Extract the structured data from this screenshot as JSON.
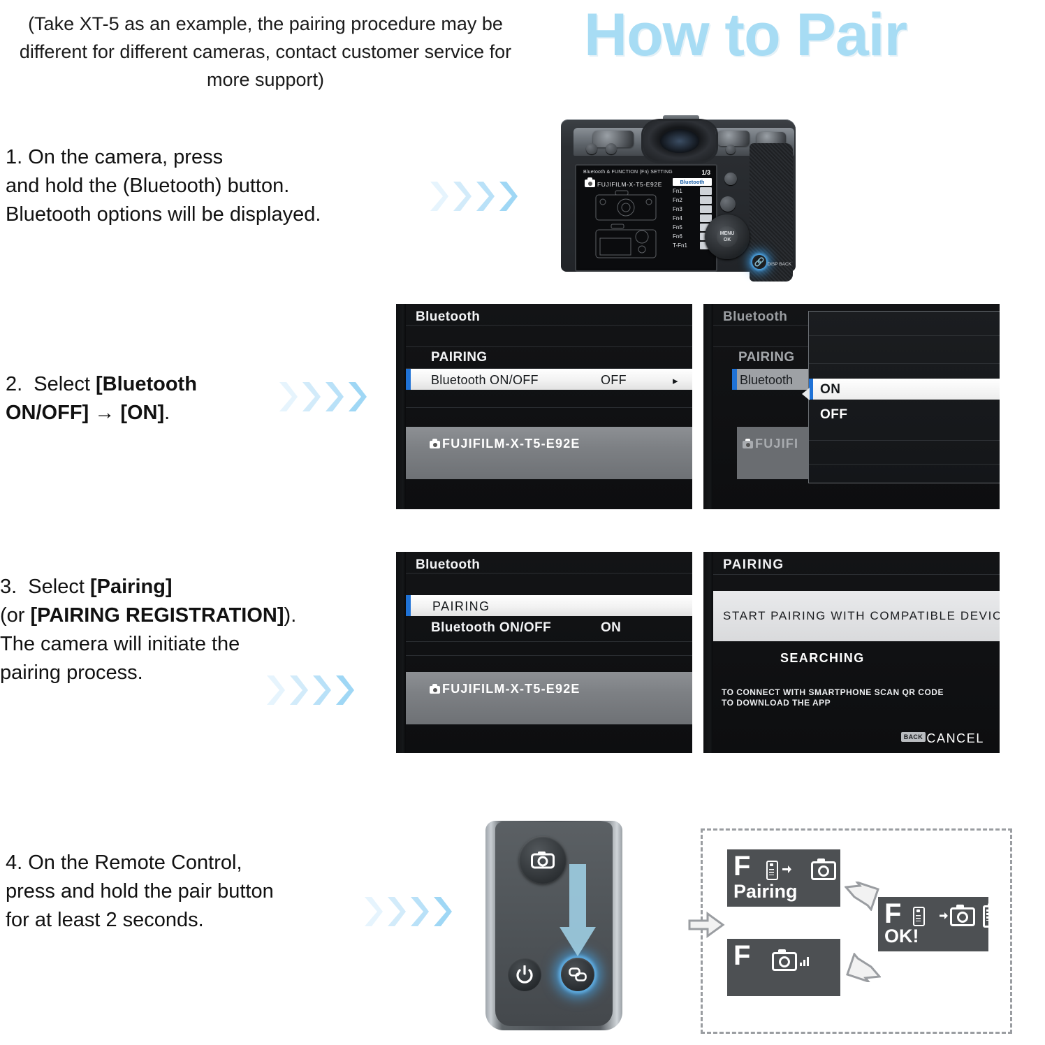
{
  "header": {
    "title": "How to Pair",
    "title_color": "#a7dcf4",
    "note": "(Take XT-5 as an example, the pairing procedure may be different for different cameras, contact customer service for more support)"
  },
  "steps": [
    {
      "number": "1.",
      "text_lines": [
        "1. On the camera, press",
        "and hold the  (Bluetooth) button.",
        "Bluetooth options will be displayed."
      ]
    },
    {
      "number": "2.",
      "text_html": "2.  Select <b>[Bluetooth ON/OFF]</b> &#8594; <b>[ON]</b>."
    },
    {
      "number": "3.",
      "text_html": "3.  Select <b>[Pairing]</b> (or <b>[PAIRING REGISTRATION]</b>). The camera will initiate the pairing process."
    },
    {
      "number": "4.",
      "text_lines": [
        "4. On the Remote Control,",
        "press and hold the pair button",
        "for at least 2 seconds."
      ]
    }
  ],
  "camera_lcd": {
    "menu_header": "Bluetooth & FUNCTION (Fn) SETTING",
    "page_indicator": "1/3",
    "device_name": "FUJIFILM-X-T5-E92E",
    "bluetooth_chip": "Bluetooth",
    "fn_items": [
      "Fn1",
      "Fn2",
      "Fn3",
      "Fn4",
      "Fn5",
      "Fn6",
      "T-Fn1"
    ],
    "display_back_label": "DISP BACK"
  },
  "shot_2a": {
    "title": "Bluetooth",
    "row_pairing": "PAIRING",
    "row_bt_label": "Bluetooth ON/OFF",
    "row_bt_value": "OFF",
    "row_bt_arrow": "▸",
    "device_name": "FUJIFILM-X-T5-E92E"
  },
  "shot_2b": {
    "title": "Bluetooth",
    "row_pairing": "PAIRING",
    "row_bt_label": "Bluetooth",
    "device_name": "FUJIFI",
    "submenu_options": [
      "ON",
      "OFF"
    ],
    "submenu_selected": "ON"
  },
  "shot_3a": {
    "title": "Bluetooth",
    "row_pairing": "PAIRING",
    "row_bt_label": "Bluetooth ON/OFF",
    "row_bt_value": "ON",
    "device_name": "FUJIFILM-X-T5-E92E"
  },
  "shot_3b": {
    "title": "PAIRING",
    "band_text": "START PAIRING WITH COMPATIBLE DEVICE",
    "searching": "SEARCHING",
    "note_line1": "TO CONNECT WITH SMARTPHONE SCAN QR CODE",
    "note_line2": "TO DOWNLOAD THE APP",
    "back_key": "BACK",
    "cancel": "CANCEL"
  },
  "remote": {
    "shutter_icon": "camera-icon",
    "power_icon": "power-icon",
    "pair_icon": "pair-link-icon",
    "highlight_color": "#46aaf0"
  },
  "lcd_panels": [
    {
      "id": "pairing",
      "f": "F",
      "label": "Pairing",
      "icons": [
        "remote-icon",
        "arrow-right-icon",
        "camera-icon",
        "battery-icon"
      ]
    },
    {
      "id": "searching",
      "f": "F",
      "label": "",
      "icons": [
        "camera-icon",
        "signal-icon",
        "battery-icon"
      ]
    },
    {
      "id": "ok",
      "f": "F",
      "label": "OK!",
      "icons": [
        "remote-icon",
        "arrow-right-icon",
        "camera-icon",
        "battery-icon"
      ]
    }
  ],
  "accent": {
    "chevron_shades": [
      "#e3f3fc",
      "#cfeafa",
      "#b5e0f8",
      "#9bd6f5"
    ],
    "menu_highlight_blue": "#1f72d6",
    "lcd_panel_bg": "#4d5053"
  }
}
